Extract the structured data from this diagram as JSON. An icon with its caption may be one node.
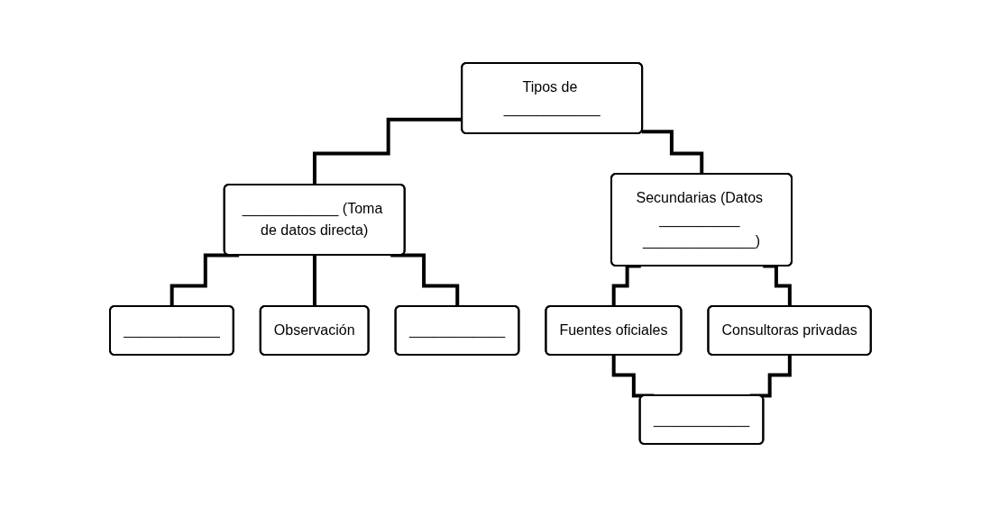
{
  "diagram": {
    "nodes": [
      {
        "text": [
          "Tipos de ____________"
        ]
      },
      {
        "text": [
          "____________ (Toma de datos directa)"
        ]
      },
      {
        "text": [
          "Secundarias (Datos __________ ______________)"
        ]
      },
      {
        "text": [
          "____________"
        ]
      },
      {
        "text": [
          "Observación"
        ]
      },
      {
        "text": [
          "____________"
        ]
      },
      {
        "text": [
          "Fuentes oficiales"
        ]
      },
      {
        "text": [
          "Consultoras privadas"
        ]
      },
      {
        "text": [
          "____________"
        ]
      }
    ],
    "edges": [
      {
        "from": 0,
        "to": 1,
        "arrow": "none"
      },
      {
        "from": 0,
        "to": 2,
        "arrow": "none"
      },
      {
        "from": 1,
        "to": 3,
        "arrow": "none"
      },
      {
        "from": 1,
        "to": 4,
        "arrow": "none"
      },
      {
        "from": 1,
        "to": 5,
        "arrow": "none"
      },
      {
        "from": 2,
        "to": 6,
        "arrow": "none"
      },
      {
        "from": 2,
        "to": 7,
        "arrow": "none"
      },
      {
        "from": 6,
        "to": 8,
        "arrow": "none"
      },
      {
        "from": 7,
        "to": 8,
        "arrow": "none"
      }
    ]
  }
}
